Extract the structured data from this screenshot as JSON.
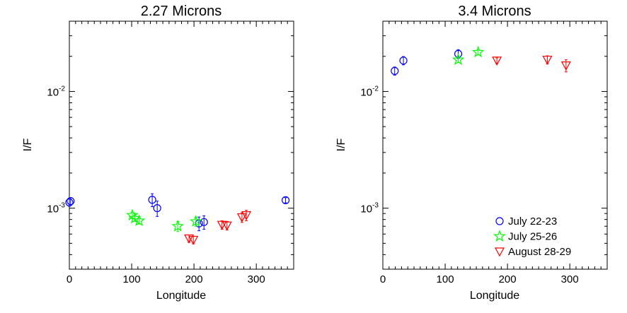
{
  "chart_data": [
    {
      "type": "scatter",
      "title": "2.27 Microns",
      "xlabel": "Longitude",
      "ylabel": "I/F",
      "xlim": [
        0,
        360
      ],
      "ylim": [
        0.0003,
        0.04
      ],
      "yscale": "log",
      "xticks": [
        "0",
        "100",
        "200",
        "300"
      ],
      "yticks": [
        {
          "base": "10",
          "exp": "-2",
          "value": 0.01
        },
        {
          "base": "10",
          "exp": "-3",
          "value": 0.001
        }
      ],
      "grid": false,
      "series": [
        {
          "name": "July 22-23",
          "marker": "circle",
          "color": "#0000ff",
          "points": [
            [
              0,
              0.00112,
              8e-05
            ],
            [
              2,
              0.00115,
              8e-05
            ],
            [
              133,
              0.00118,
              0.00015
            ],
            [
              141,
              0.001,
              0.00015
            ],
            [
              208,
              0.00074,
              0.0001
            ],
            [
              216,
              0.00076,
              0.0001
            ],
            [
              347,
              0.00117,
              6e-05
            ]
          ]
        },
        {
          "name": "July 25-26",
          "marker": "star",
          "color": "#00ff00",
          "points": [
            [
              101,
              0.00087,
              5e-05
            ],
            [
              105,
              0.00082,
              5e-05
            ],
            [
              112,
              0.00078,
              5e-05
            ],
            [
              174,
              0.0007,
              7e-05
            ],
            [
              203,
              0.00077,
              7e-05
            ]
          ]
        },
        {
          "name": "August 28-29",
          "marker": "triangle-down",
          "color": "#ff0000",
          "points": [
            [
              192,
              0.00055,
              4e-05
            ],
            [
              199,
              0.000535,
              4e-05
            ],
            [
              245,
              0.00072,
              6e-05
            ],
            [
              253,
              0.00071,
              6e-05
            ],
            [
              277,
              0.000835,
              8e-05
            ],
            [
              284,
              0.00087,
              9e-05
            ]
          ]
        }
      ]
    },
    {
      "type": "scatter",
      "title": "3.4 Microns",
      "xlabel": "Longitude",
      "ylabel": "I/F",
      "xlim": [
        0,
        360
      ],
      "ylim": [
        0.0003,
        0.04
      ],
      "yscale": "log",
      "xticks": [
        "0",
        "100",
        "200",
        "300"
      ],
      "yticks": [
        {
          "base": "10",
          "exp": "-2",
          "value": 0.01
        },
        {
          "base": "10",
          "exp": "-3",
          "value": 0.001
        }
      ],
      "grid": false,
      "legend": {
        "position": "bottom-right"
      },
      "series": [
        {
          "name": "July 22-23",
          "marker": "circle",
          "color": "#0000ff",
          "points": [
            [
              19,
              0.015,
              0.0012
            ],
            [
              33,
              0.0184,
              0.0015
            ],
            [
              121,
              0.021,
              0.0018
            ]
          ]
        },
        {
          "name": "July 25-26",
          "marker": "star",
          "color": "#00ff00",
          "points": [
            [
              121,
              0.0187,
              0.001
            ],
            [
              153,
              0.0217,
              0.001
            ]
          ]
        },
        {
          "name": "August 28-29",
          "marker": "triangle-down",
          "color": "#ff0000",
          "points": [
            [
              183,
              0.0184,
              0.001
            ],
            [
              264,
              0.0187,
              0.0015
            ],
            [
              294,
              0.0167,
              0.002
            ]
          ]
        }
      ]
    }
  ]
}
